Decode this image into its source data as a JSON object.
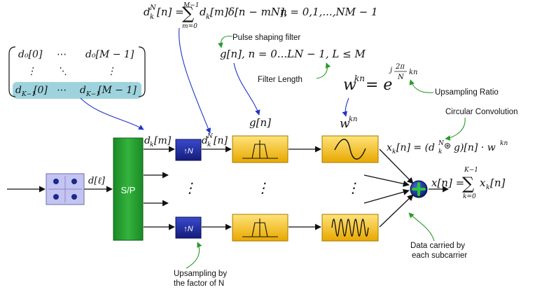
{
  "colors": {
    "sp_block": "#1f9a2a",
    "upsample_block": "#1e2a9e",
    "filter_block": "#f3c21a",
    "mixer_block": "#f3c21a",
    "input_block": "#b8b8ee",
    "matrix_band": "#9ed3de",
    "blue_arrow": "#2233cc",
    "green_arrow": "#2a9a2a",
    "summer": "#1a2a8a"
  },
  "equations": {
    "upsample_def": "d_k^N[n] = Σ_{m=0}^{M−1} d_k[m] δ[n − mN],   n = 0,1,…,NM − 1",
    "upsample_lhs": "d",
    "upsample_lhs_sup": "N",
    "upsample_lhs_sub": "k",
    "upsample_lhs_arg": "[n] =",
    "sum_top": "M−1",
    "sum_bottom": "m=0",
    "upsample_rhs": "d",
    "upsample_rhs_sub": "k",
    "upsample_rhs_arg": "[m]δ[n − mN],",
    "upsample_range": "n = 0,1,...,NM − 1",
    "filter_def": "g[n],  n = 0...LN − 1, L ≤ M",
    "wkn_base": "w",
    "wkn_sup": "kn",
    "wkn_eq": "= e",
    "wkn_exp_j": "j",
    "wkn_exp_num": "2π",
    "wkn_exp_den": "N",
    "wkn_exp_kn": "kn",
    "xk_lhs": "x",
    "xk_sub": "k",
    "xk_arg": "[n] = (d",
    "xk_dsub": "k",
    "xk_dsup": "N",
    "xk_conv": "⊛",
    "xk_rest": "g)[n] · w",
    "xk_wsup": "kn",
    "sum_lhs": "x[n] =",
    "sum2_top": "K−1",
    "sum2_bottom": "k=0",
    "sum_term": "x",
    "sum_term_sub": "k",
    "sum_term_arg": "[n]"
  },
  "matrix": {
    "r1c1": "d₀[0]",
    "r1c2": "⋯",
    "r1c3": "d₀[M − 1]",
    "r2c1": "⋮",
    "r2c2": "⋱",
    "r2c3": "⋮",
    "r3c1": "d",
    "r3c1_sub": "K−1",
    "r3c1_arg": "[0]",
    "r3c2": "⋯",
    "r3c3": "d",
    "r3c3_sub": "K−1",
    "r3c3_arg": "[M − 1]"
  },
  "annotations": {
    "pulse_shaping": "Pulse shaping filter",
    "filter_length": "Filter Length",
    "upsampling_ratio": "Upsampling Ratio",
    "circular_convolution": "Circular Convolution",
    "data_carried_1": "Data carried by",
    "data_carried_2": "each subcarrier",
    "upsampling_by_1": "Upsampling by",
    "upsampling_by_2": "the factor of N"
  },
  "signals": {
    "input": "d[ℓ]",
    "dk_m": "d",
    "dk_m_sub": "k",
    "dk_m_arg": "[m]",
    "dkN_n": "d",
    "dkN_n_sub": "k",
    "dkN_n_sup": "N",
    "dkN_n_arg": "[n]",
    "g_n": "g[n]",
    "w_kn": "w",
    "w_kn_sup": "kn"
  },
  "blocks": {
    "sp_label": "S/P",
    "upsample_label": "↑N"
  },
  "dots": {
    "vertical": "⋮"
  }
}
